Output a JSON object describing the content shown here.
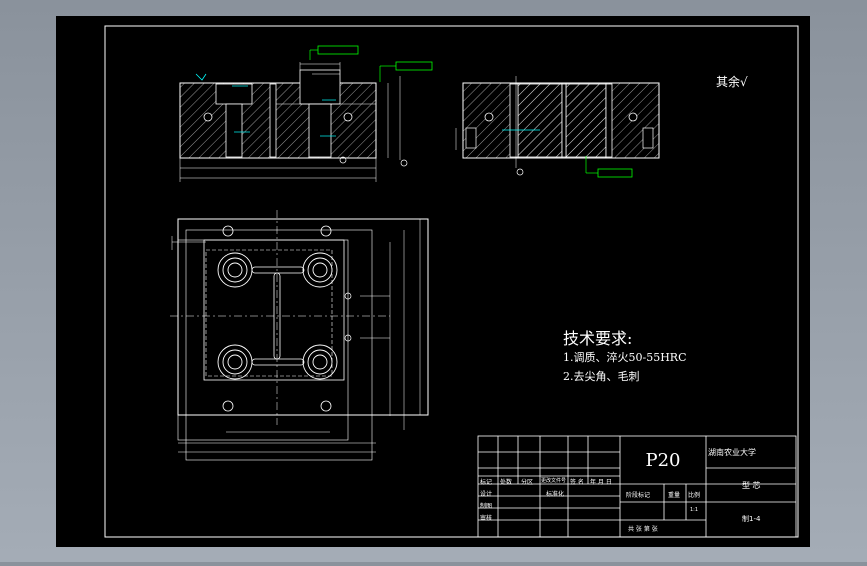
{
  "technical_requirements": {
    "title": "技术要求:",
    "items": [
      "1.调质、淬火50-55HRC",
      "2.去尖角、毛刺"
    ]
  },
  "surface_roughness_note": "其余√",
  "title_block": {
    "material": "P20",
    "school": "湖南农业大学",
    "part_name": "型 芯",
    "drawing_no": "制1-4",
    "scale": "1:1",
    "headers": {
      "mark": "标记",
      "count": "处数",
      "zone": "分区",
      "change_doc": "更改文件号",
      "sign": "签 名",
      "date": "年 月 日",
      "design": "设计",
      "standardize": "标准化",
      "drafting": "制图",
      "review": "审核",
      "stage_mark": "阶段标记",
      "weight": "重量",
      "ratio": "比例",
      "sheet": "共 张 第 张"
    }
  },
  "colors": {
    "canvas": "#000000",
    "frame": "#ffffff",
    "dimension": "#ffffff",
    "callout": "#00ff00",
    "leader": "#00ffff",
    "hatch": "#ffffff"
  }
}
